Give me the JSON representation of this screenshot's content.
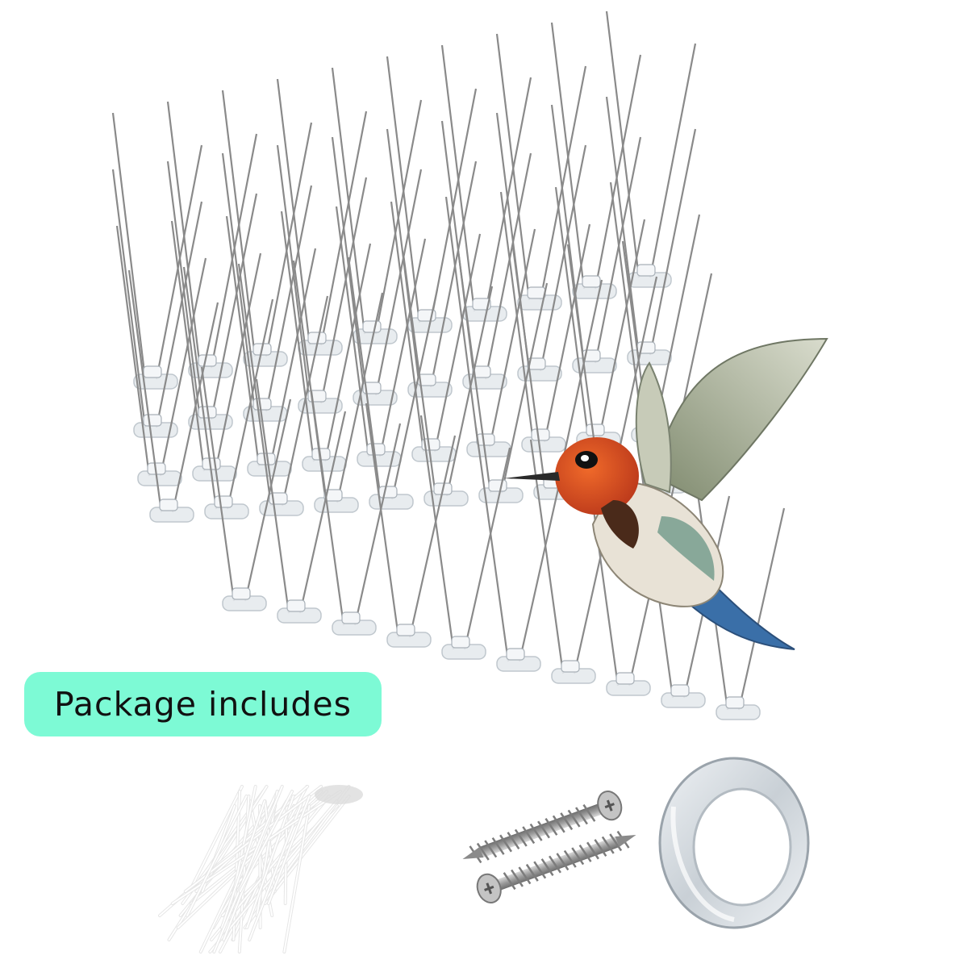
{
  "badge": {
    "text": "Package includes",
    "background": "#7dfad5",
    "text_color": "#111111"
  },
  "colors": {
    "spike_wire": "#8a8a8a",
    "spike_base": "#e6eaee",
    "bird_head": "#d84a1c",
    "bird_wing": "#9ea58e",
    "bird_tail": "#3a6fa8",
    "tape": "#d8dde2",
    "screw": "#a9a9a9",
    "ties": "#f2f2f2"
  },
  "items": [
    {
      "name": "bird-spike-strips",
      "icon": "spikes"
    },
    {
      "name": "hummingbird",
      "icon": "bird"
    },
    {
      "name": "cable-ties",
      "icon": "zip-ties"
    },
    {
      "name": "screws",
      "icon": "screw",
      "count": 2
    },
    {
      "name": "double-sided-tape",
      "icon": "tape-roll"
    }
  ]
}
